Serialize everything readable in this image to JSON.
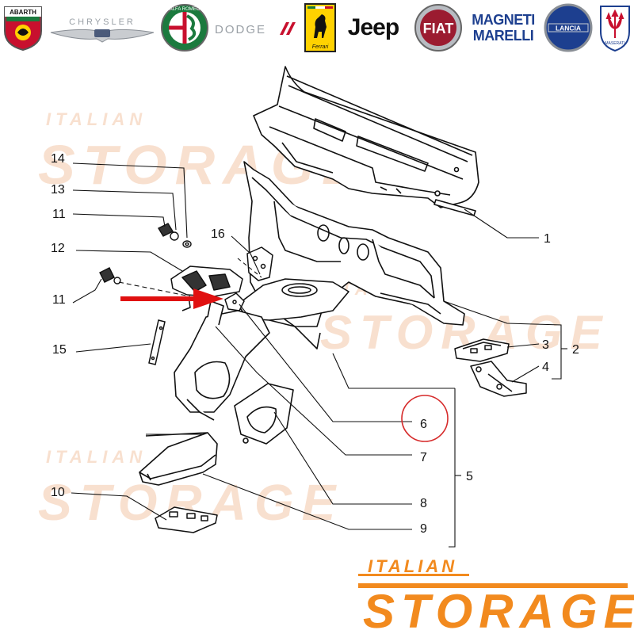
{
  "brands": [
    {
      "id": "abarth",
      "text": "ABARTH",
      "icon": "abarth-scorpion-icon",
      "color": "#c8102e"
    },
    {
      "id": "chrysler",
      "text": "CHRYSLER",
      "icon": "chrysler-wings-icon",
      "color": "#9aa0a6"
    },
    {
      "id": "alfa-romeo",
      "text": "ALFA ROMEO",
      "icon": "alfa-romeo-badge-icon",
      "color": "#1b7a3e"
    },
    {
      "id": "dodge",
      "text": "DODGE",
      "icon": "dodge-stripes-icon",
      "color": "#c8102e"
    },
    {
      "id": "ferrari",
      "text": "Ferrari",
      "icon": "ferrari-horse-icon",
      "color": "#ffd200"
    },
    {
      "id": "jeep",
      "text": "Jeep",
      "icon": "jeep-wordmark",
      "color": "#111111"
    },
    {
      "id": "fiat",
      "text": "FIAT",
      "icon": "fiat-badge-icon",
      "color": "#9b1b30"
    },
    {
      "id": "magneti-marelli",
      "line1": "MAGNETI",
      "line2": "MARELLI",
      "icon": "magneti-marelli-wordmark",
      "color": "#1d3f8f"
    },
    {
      "id": "lancia",
      "text": "LANCIA",
      "icon": "lancia-shield-icon",
      "color": "#1d3f8f"
    },
    {
      "id": "maserati",
      "text": "MASERATI",
      "icon": "maserati-trident-icon",
      "color": "#1d3f8f"
    }
  ],
  "watermark": {
    "line1": "ITALIAN",
    "line2": "STORAGE",
    "color": "#f28a1e",
    "faint_color": "#f6d6c0"
  },
  "callouts": [
    "1",
    "2",
    "3",
    "4",
    "5",
    "6",
    "7",
    "8",
    "9",
    "10",
    "11",
    "11",
    "12",
    "13",
    "14",
    "15",
    "16"
  ],
  "highlight": {
    "label": "6",
    "circle_color": "#d62b2b",
    "arrow_color": "#e01010"
  }
}
